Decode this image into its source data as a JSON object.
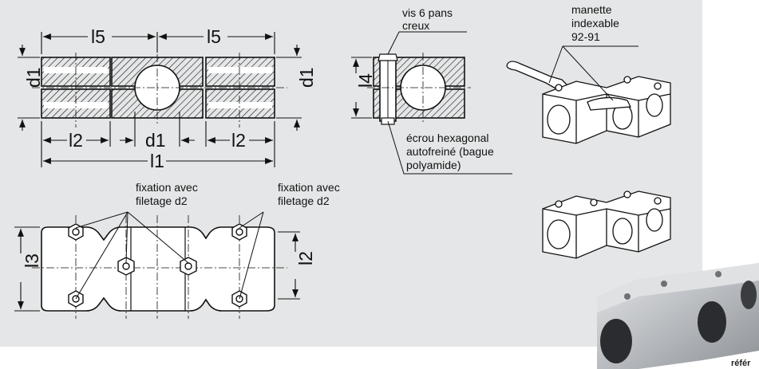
{
  "dimensions": {
    "l5_left": "l5",
    "l5_right": "l5",
    "d1_left": "d1",
    "d1_right": "d1",
    "d1_center": "d1",
    "l2_left": "l2",
    "l2_right": "l2",
    "l1": "l1",
    "l4": "l4",
    "l3": "l3",
    "l2_plan": "l2"
  },
  "callouts": {
    "vis_line1": "vis 6 pans",
    "vis_line2": "creux",
    "ecrou_line1": "écrou hexagonal",
    "ecrou_line2": "autofreiné (bague",
    "ecrou_line3": "polyamide)",
    "manette_line1": "manette",
    "manette_line2": "indexable",
    "manette_line3": "92-91",
    "fixation_left_line1": "fixation avec",
    "fixation_left_line2": "filetage d2",
    "fixation_right_line1": "fixation avec",
    "fixation_right_line2": "filetage d2"
  },
  "footer": {
    "ref_text": "référ"
  },
  "colors": {
    "panel": "#e5e6e7",
    "line": "#111111",
    "body_fill": "#ffffff",
    "metal": "#b9bcc0"
  }
}
